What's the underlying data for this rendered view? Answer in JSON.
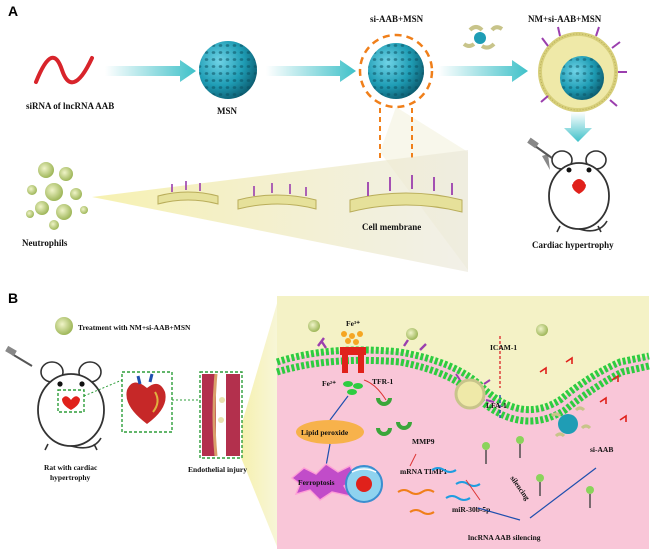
{
  "panel_a": {
    "letter": "A",
    "labels": {
      "sirna": "siRNA of lncRNA AAB",
      "msn": "MSN",
      "si_aab_msn": "si-AAB+MSN",
      "nm_si_aab_msn": "NM+si-AAB+MSN",
      "neutrophils": "Neutrophils",
      "cell_membrane": "Cell membrane",
      "cardiac_hypertrophy": "Cardiac hypertrophy"
    }
  },
  "panel_b": {
    "letter": "B",
    "labels": {
      "treatment": "Treatment with NM+si-AAB+MSN",
      "rat": "Rat with cardiac hypertrophy",
      "endothelial_injury": "Endothelial injury",
      "fe3": "Fe³⁺",
      "fe2": "Fe²⁺",
      "tfr1": "TFR-1",
      "icam1": "ICAM-1",
      "lfa1": "LFA-1",
      "lipid_peroxide": "Lipid peroxide",
      "mmp9": "MMP9",
      "mrna_timp1": "mRNA TIMP1",
      "ferroptosis": "Ferroptosis",
      "si_aab": "si-AAB",
      "silencing": "silencing",
      "mir": "miR-30b-5p",
      "lncrna_silencing": "lncRNA AAB silencing"
    }
  },
  "colors": {
    "arrow": "#4fc3c9",
    "msn": "#1f9db5",
    "orange": "#f07f1a",
    "membrane": "#2ecc40",
    "cytoplasm": "#f9c6d8",
    "extracell": "#f4f2c6",
    "purple": "#9b3fae",
    "green_protein": "#3aa63a",
    "receptor_red": "#e0211b",
    "pink_glow": "#ff6fb0"
  }
}
